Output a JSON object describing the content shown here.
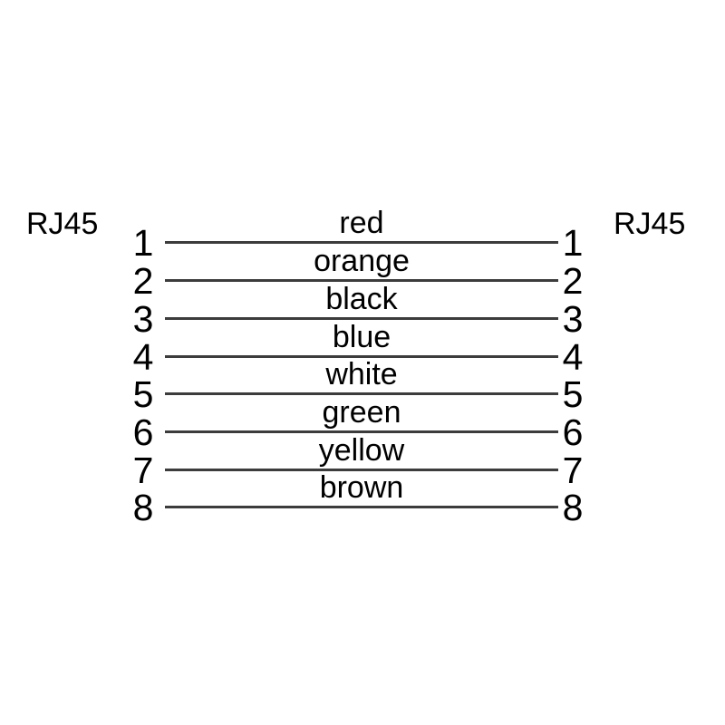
{
  "diagram": {
    "left_connector": {
      "label": "RJ45"
    },
    "right_connector": {
      "label": "RJ45"
    },
    "rows": [
      {
        "left_pin": "1",
        "wire_label": "red",
        "right_pin": "1"
      },
      {
        "left_pin": "2",
        "wire_label": "orange",
        "right_pin": "2"
      },
      {
        "left_pin": "3",
        "wire_label": "black",
        "right_pin": "3"
      },
      {
        "left_pin": "4",
        "wire_label": "blue",
        "right_pin": "4"
      },
      {
        "left_pin": "5",
        "wire_label": "white",
        "right_pin": "5"
      },
      {
        "left_pin": "6",
        "wire_label": "green",
        "right_pin": "6"
      },
      {
        "left_pin": "7",
        "wire_label": "yellow",
        "right_pin": "7"
      },
      {
        "left_pin": "8",
        "wire_label": "brown",
        "right_pin": "8"
      }
    ],
    "colors": {
      "background": "#ffffff",
      "text": "#000000",
      "wire_line": "#3c3c3c"
    }
  }
}
